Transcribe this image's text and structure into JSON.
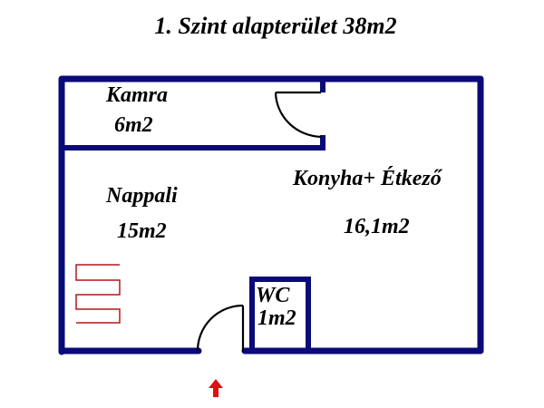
{
  "title": "1. Szint alapterület 38m2",
  "colors": {
    "wall": "#0a0a78",
    "door": "#000000",
    "stairs": "#b01818",
    "entrance_arrow": "#e01010",
    "background": "#ffffff"
  },
  "rooms": [
    {
      "name": "Kamra",
      "area": "6m2"
    },
    {
      "name": "Nappali",
      "area": "15m2"
    },
    {
      "name": "Konyha+ Étkező",
      "area": "16,1m2"
    },
    {
      "name": "WC",
      "area": "1m2"
    }
  ],
  "icons": {
    "entrance": "arrow-up-icon",
    "stairs": "stairs-icon"
  }
}
